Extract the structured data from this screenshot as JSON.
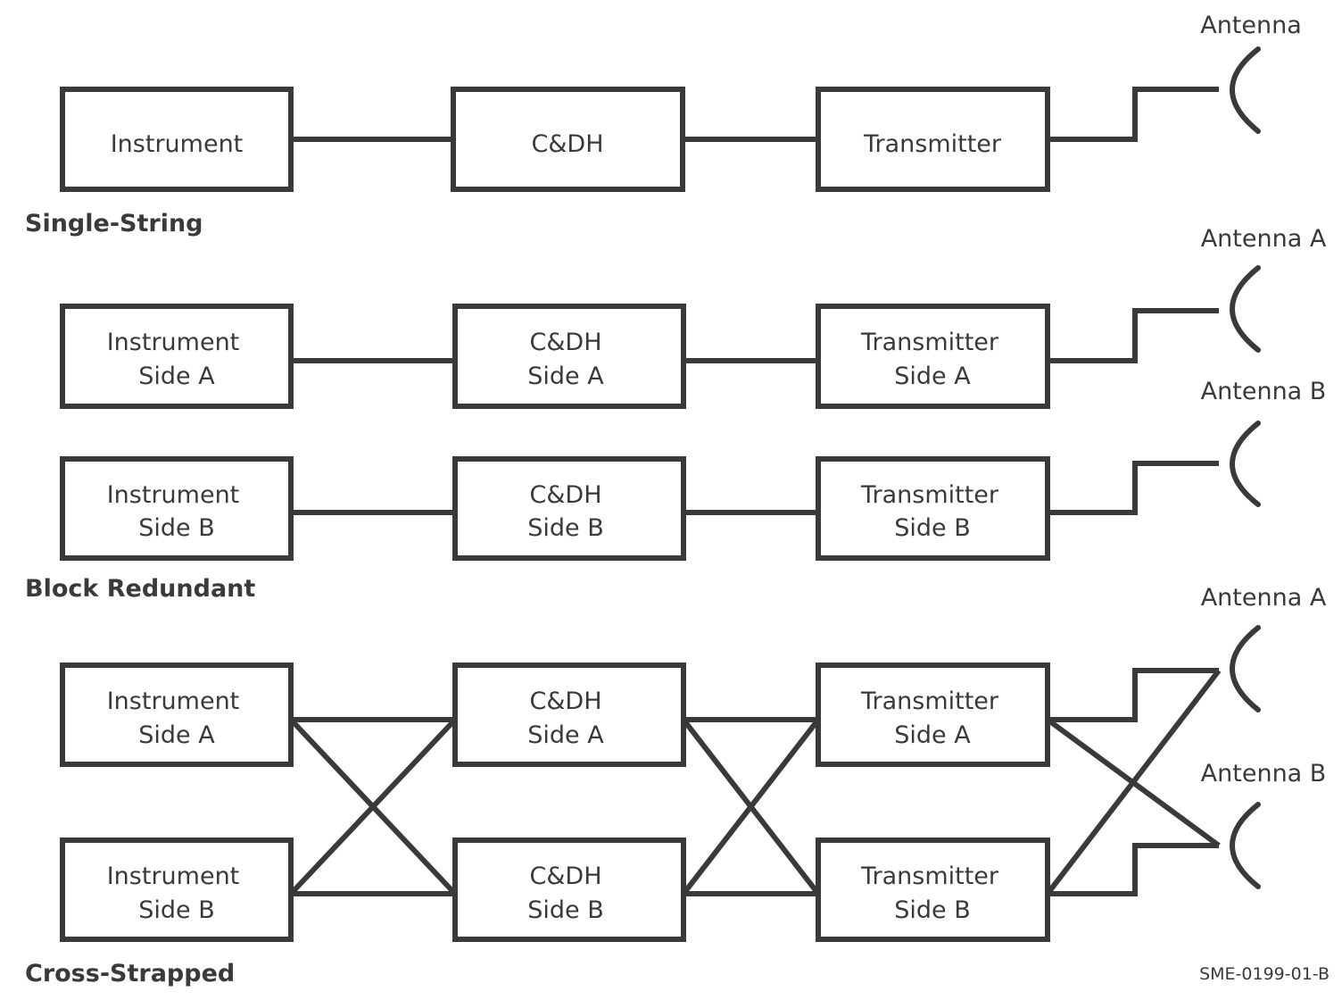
{
  "sections": {
    "single_string": {
      "label": "Single-String",
      "instrument": [
        "Instrument"
      ],
      "cdh": [
        "C&DH"
      ],
      "transmitter": [
        "Transmitter"
      ],
      "antenna": "Antenna"
    },
    "block_redundant": {
      "label": "Block Redundant",
      "instrument_a": [
        "Instrument",
        "Side A"
      ],
      "cdh_a": [
        "C&DH",
        "Side A"
      ],
      "transmitter_a": [
        "Transmitter",
        "Side A"
      ],
      "instrument_b": [
        "Instrument",
        "Side B"
      ],
      "cdh_b": [
        "C&DH",
        "Side B"
      ],
      "transmitter_b": [
        "Transmitter",
        "Side B"
      ],
      "antenna_a": "Antenna A",
      "antenna_b": "Antenna B"
    },
    "cross_strapped": {
      "label": "Cross-Strapped",
      "instrument_a": [
        "Instrument",
        "Side A"
      ],
      "cdh_a": [
        "C&DH",
        "Side A"
      ],
      "transmitter_a": [
        "Transmitter",
        "Side A"
      ],
      "instrument_b": [
        "Instrument",
        "Side B"
      ],
      "cdh_b": [
        "C&DH",
        "Side B"
      ],
      "transmitter_b": [
        "Transmitter",
        "Side B"
      ],
      "antenna_a": "Antenna A",
      "antenna_b": "Antenna B"
    }
  },
  "figure_id": "SME-0199-01-B"
}
